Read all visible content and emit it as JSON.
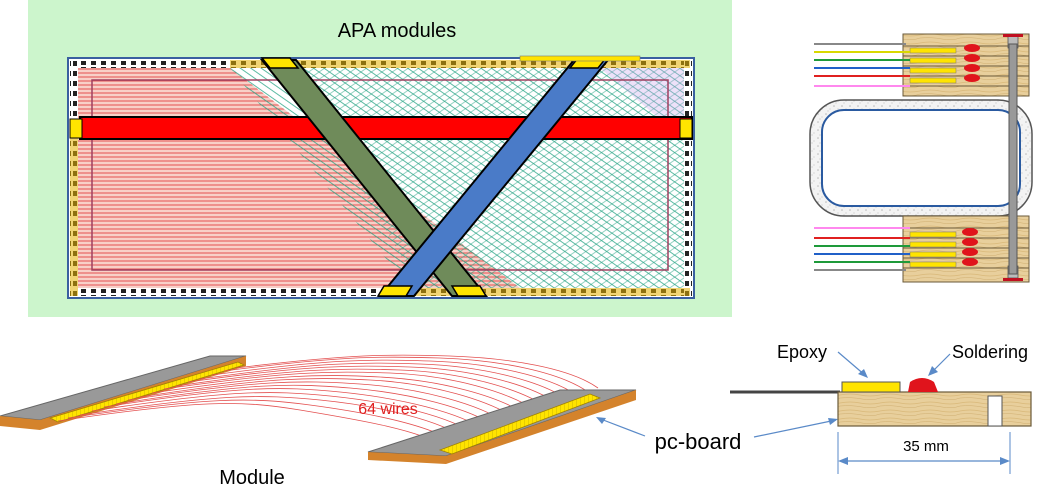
{
  "labels": {
    "apa_title": "APA modules",
    "module": "Module",
    "wires": "64 wires",
    "pc_board": "pc-board",
    "epoxy": "Epoxy",
    "soldering": "Soldering",
    "dimension": "35 mm"
  },
  "colors": {
    "background_green": "#ccf5cc",
    "frame_red": "#ff0000",
    "diagonal_green": "#6f8b5a",
    "diagonal_blue": "#4a7bc8",
    "pad_yellow": "#ffe400",
    "board_tan": "#e8cf9c",
    "board_orange": "#d4832c",
    "solder_red": "#e0141c",
    "wire_red": "#e35050",
    "wire_green": "#1ea080",
    "text_red": "#e02020"
  },
  "stack_wire_colors": [
    "#888888",
    "#d8d800",
    "#1e9a3a",
    "#2060c8",
    "#e02020",
    "#ff88ee"
  ]
}
